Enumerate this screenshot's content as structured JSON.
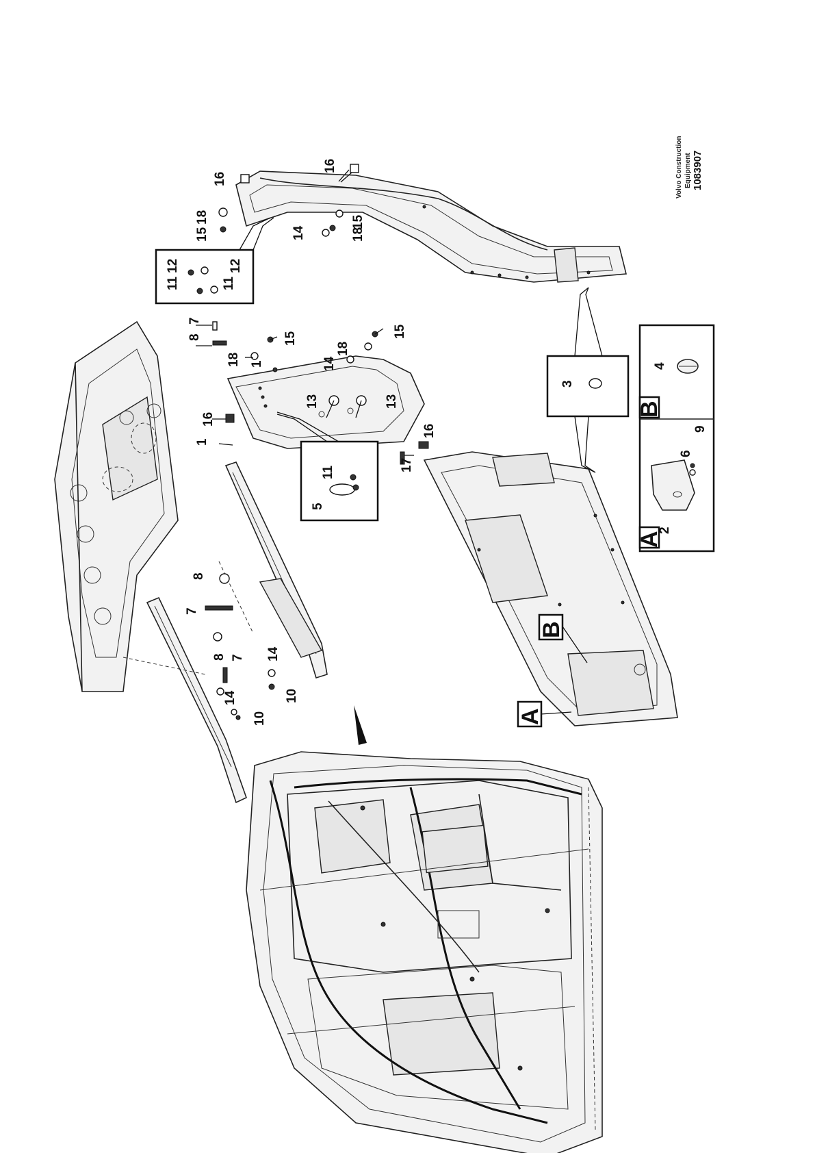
{
  "document": {
    "brand": "Volvo Construction Equipment",
    "brand_line1": "Volvo Construction",
    "brand_line2": "Equipment",
    "drawing_number": "1083907"
  },
  "detail_views": {
    "A": "A",
    "B": "B"
  },
  "callouts": {
    "c1": "1",
    "c1b": "1",
    "c2": "2",
    "c3": "3",
    "c4": "4",
    "c5": "5",
    "c6": "6",
    "c7a": "7",
    "c7b": "7",
    "c7c": "7",
    "c8a": "8",
    "c8b": "8",
    "c8c": "8",
    "c9": "9",
    "c10a": "10",
    "c10b": "10",
    "c11a": "11",
    "c11b": "11",
    "c11c": "11",
    "c12a": "12",
    "c12b": "12",
    "c13a": "13",
    "c13b": "13",
    "c14a": "14",
    "c14b": "14",
    "c14c": "14",
    "c14d": "14",
    "c15a": "15",
    "c15b": "15",
    "c15c": "15",
    "c15d": "15",
    "c16a": "16",
    "c16b": "16",
    "c16c": "16",
    "c16d": "16",
    "c17": "17",
    "c18a": "18",
    "c18b": "18",
    "c18c": "18",
    "c18d": "18"
  }
}
